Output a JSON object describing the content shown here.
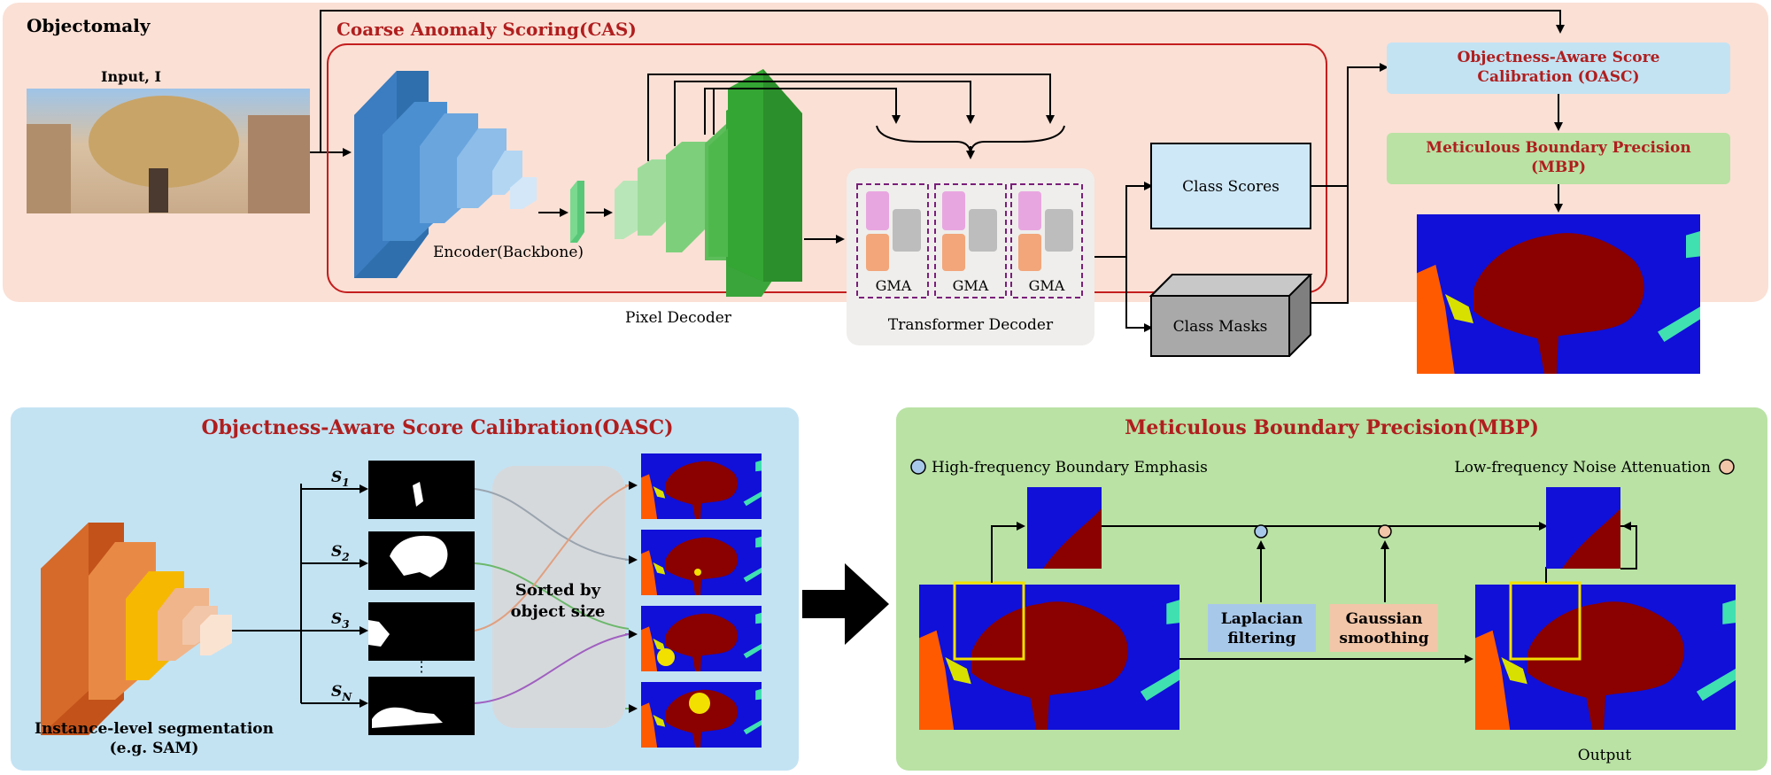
{
  "title": "Objectomaly",
  "top": {
    "input_label": "Input, I",
    "cas_title": "Coarse Anomaly Scoring(CAS)",
    "encoder_label": "Encoder(Backbone)",
    "pixel_decoder_label": "Pixel Decoder",
    "gma_labels": [
      "GMA",
      "GMA",
      "GMA"
    ],
    "transformer_decoder_label": "Transformer Decoder",
    "class_scores": "Class Scores",
    "class_masks": "Class Masks",
    "oasc_box": [
      "Objectness-Aware Score",
      "Calibration (OASC)"
    ],
    "mbp_box": [
      "Meticulous Boundary Precision",
      "(MBP)"
    ]
  },
  "oasc": {
    "title": "Objectness-Aware Score Calibration(OASC)",
    "seg_label": [
      "Instance-level segmentation",
      "(e.g. SAM)"
    ],
    "masks": [
      "S",
      "S",
      "S",
      "S"
    ],
    "mask_subs": [
      "1",
      "2",
      "3",
      "N"
    ],
    "ellipsis": "⋮",
    "sorted_label": [
      "Sorted by",
      "object size"
    ]
  },
  "mbp": {
    "title": "Meticulous Boundary Precision(MBP)",
    "high_freq": "High-frequency Boundary Emphasis",
    "low_freq": "Low-frequency Noise Attenuation",
    "laplacian": [
      "Laplacian",
      "filtering"
    ],
    "gaussian": [
      "Gaussian",
      "smoothing"
    ],
    "output": "Output"
  },
  "colors": {
    "cas_bg": "#fbe0d5",
    "oasc_bg": "#c3e3f3",
    "mbp_bg": "#b9e2a4",
    "accent_red": "#b01e1e",
    "anomaly_blue": "#1010d8",
    "anomaly_red": "#8b0000"
  }
}
